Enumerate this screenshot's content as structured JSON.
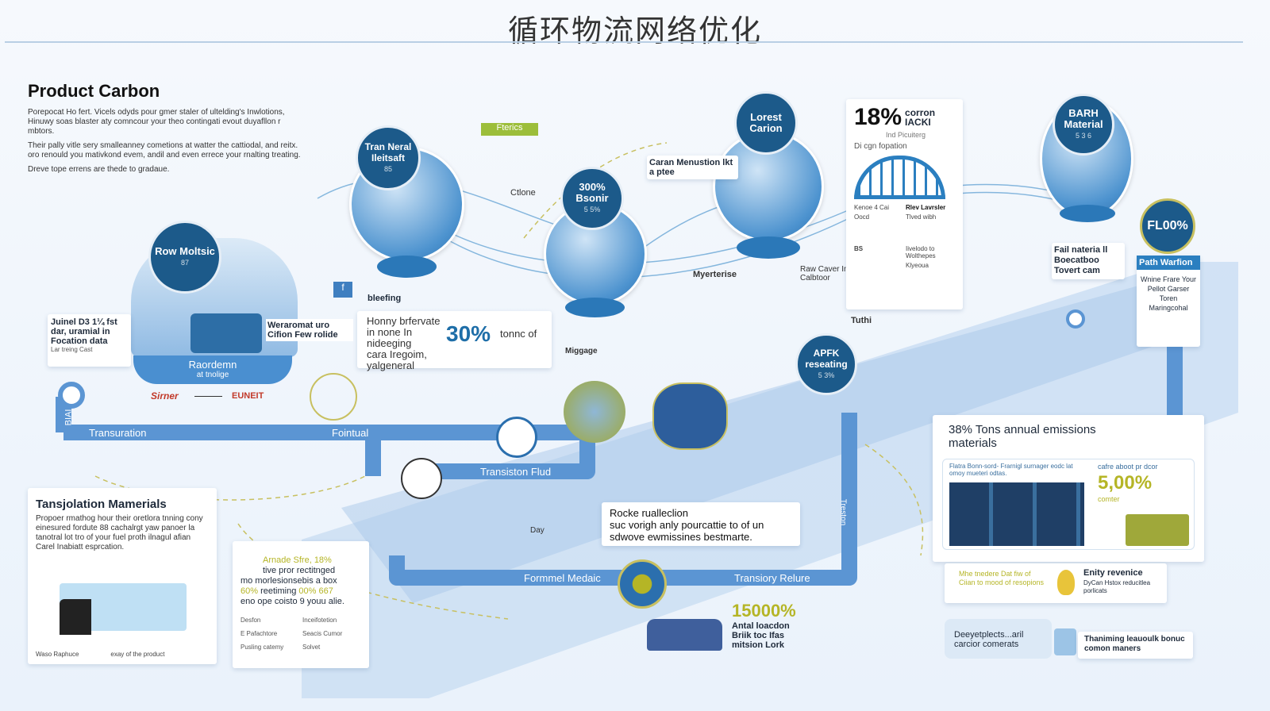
{
  "title": "循环物流网络优化",
  "intro": {
    "heading": "Product Carbon",
    "paragraphs": [
      "Porepocat Ho fert. Vicels odyds pour gmer staler of ultelding's Inwlotions, Hinuwy soas blaster aty comncour your theo contingati evout duyafllon r mbtors.",
      "Their pally vitle sery smalleanney cometions at watter the cattiodal, and reitx. oro renould you mativkond evem, andil and even errece your rnalting treating.",
      "Dreve tope errens are thede to gradaue."
    ]
  },
  "badges": {
    "raw": {
      "title": "Row Moltsic",
      "sub": "87"
    },
    "tran": {
      "title": "Tran Neral Ileitsaft",
      "sub": "85"
    },
    "bsonir": {
      "title": "300% Bsonir",
      "sub": "5 5%"
    },
    "lorest": {
      "title": "Lorest Carion"
    },
    "barh": {
      "title": "BARH Material",
      "sub": "5 3 6"
    },
    "floo": {
      "title": "FL00%"
    },
    "apfk": {
      "title": "APFK reseating",
      "sub": "5 3%"
    }
  },
  "labels": {
    "fterics": "Fterics",
    "ctlone": "Ctlone",
    "bleefing": "bleefing",
    "migage": "Miggage",
    "myerterise": "Myerterise",
    "tuthi": "Tuthi",
    "day": "Day",
    "carbon_menustion": "Caran Menustion lkt a ptee",
    "raw_caver": "Raw Caver In Calbtoor"
  },
  "callouts": {
    "joined": {
      "title": "Juinel D3 1¼ fst dar, uramial in Focation data",
      "sub": "Lar treing Cast"
    },
    "weraromat": "Weraromat uro Cifion Few rolide",
    "raordemn": {
      "title": "Raordemn",
      "sub": "at tnolige"
    },
    "logo_left": "Sirner",
    "logo_right": "EUNEIT",
    "honny": {
      "pre": "Honny brfervate in none In nideeging",
      "value": "30%",
      "post": "tonnc of",
      "tail": "cara Iregoim, yalgeneral"
    },
    "rocke": {
      "title": "Rocke rualleclion",
      "body": "suc vorigh anly pourcattie to of un sdwove ewmissines bestmarte."
    },
    "big15000": {
      "value": "15000%",
      "text": "Antal loacdon Briik toc Ifas mitsion Lork"
    },
    "fail": "Fail nateria ll Boecatboo Tovert cam",
    "path_warfion": {
      "title": "Path Warfion",
      "body": "Wnine Frare Your Pellot Garser Toren Maringcohal"
    }
  },
  "stats": {
    "pct": "18%",
    "pct_label": "corron IACKI",
    "sub": "Ind Picuiterg",
    "caption": "Di cgn fopation",
    "items": [
      "Kenoe 4 Cai",
      "Oocd",
      "Rlev Lavrsler",
      "Tlved wibh",
      "Iivelodo to Wolthepes",
      "Klyeoua",
      "BS"
    ]
  },
  "roads": {
    "transuration": "Transuration",
    "fointual": "Fointual",
    "transtion_flud": "Transiston Flud",
    "formmel": "Formmel Medaic",
    "transiory": "Transiory Relure",
    "bia": "BIAI",
    "treston": "Treston"
  },
  "transport": {
    "heading": "Tansjolation Mamerials",
    "body": "Propoer rmathog hour their oretlora tnning cony einesured fordute 88 cachalrgt yaw panoer la tanotral lot tro of your fuel proth ilnagul afian Carel Inabiatt esprcation.",
    "legend": [
      "Waso Raphuce",
      "exay of the product"
    ]
  },
  "middle_card": {
    "line1": "Arnade Sfre, 18%",
    "line2": "tive pror rectitnged",
    "line3a": "mo",
    "line3b": "morlesionsebis a box",
    "line4a": "60%",
    "line4b": "reetiming",
    "line4c": "00% 667",
    "line5a": "eno",
    "line5b": "ope coisto 9 youu alie.",
    "legend": [
      [
        "Desfon",
        "Inceifotetion"
      ],
      [
        "E Pafachtore",
        "Seacis Cumor"
      ],
      [
        "Pusling catemy",
        "Solvet"
      ]
    ]
  },
  "emissions": {
    "heading": "38% Tons annual emissions materials",
    "desc": "Flatra Bonn-sord- Frarnigl surnager eodc lat omoy mueteri odtas.",
    "right_label": "cafre aboot pr dcor",
    "value": "5,00%",
    "value_label": "comter",
    "bottom_left": "Mhe tnedere Dat fiw of Ciian to mood of resopions",
    "bottom_right_title": "Enity revenice",
    "bottom_right_body": "DyCan Hstox reducitlea porlicats"
  },
  "footer": {
    "left": "Deeyetplects...aril carcior comerats",
    "right": "Thaniming leauoulk bonuc comon maners"
  },
  "colors": {
    "accent": "#1c5a8a",
    "road": "#5b95d3",
    "yellow": "#b5b526",
    "band": "#c9ddf2"
  }
}
